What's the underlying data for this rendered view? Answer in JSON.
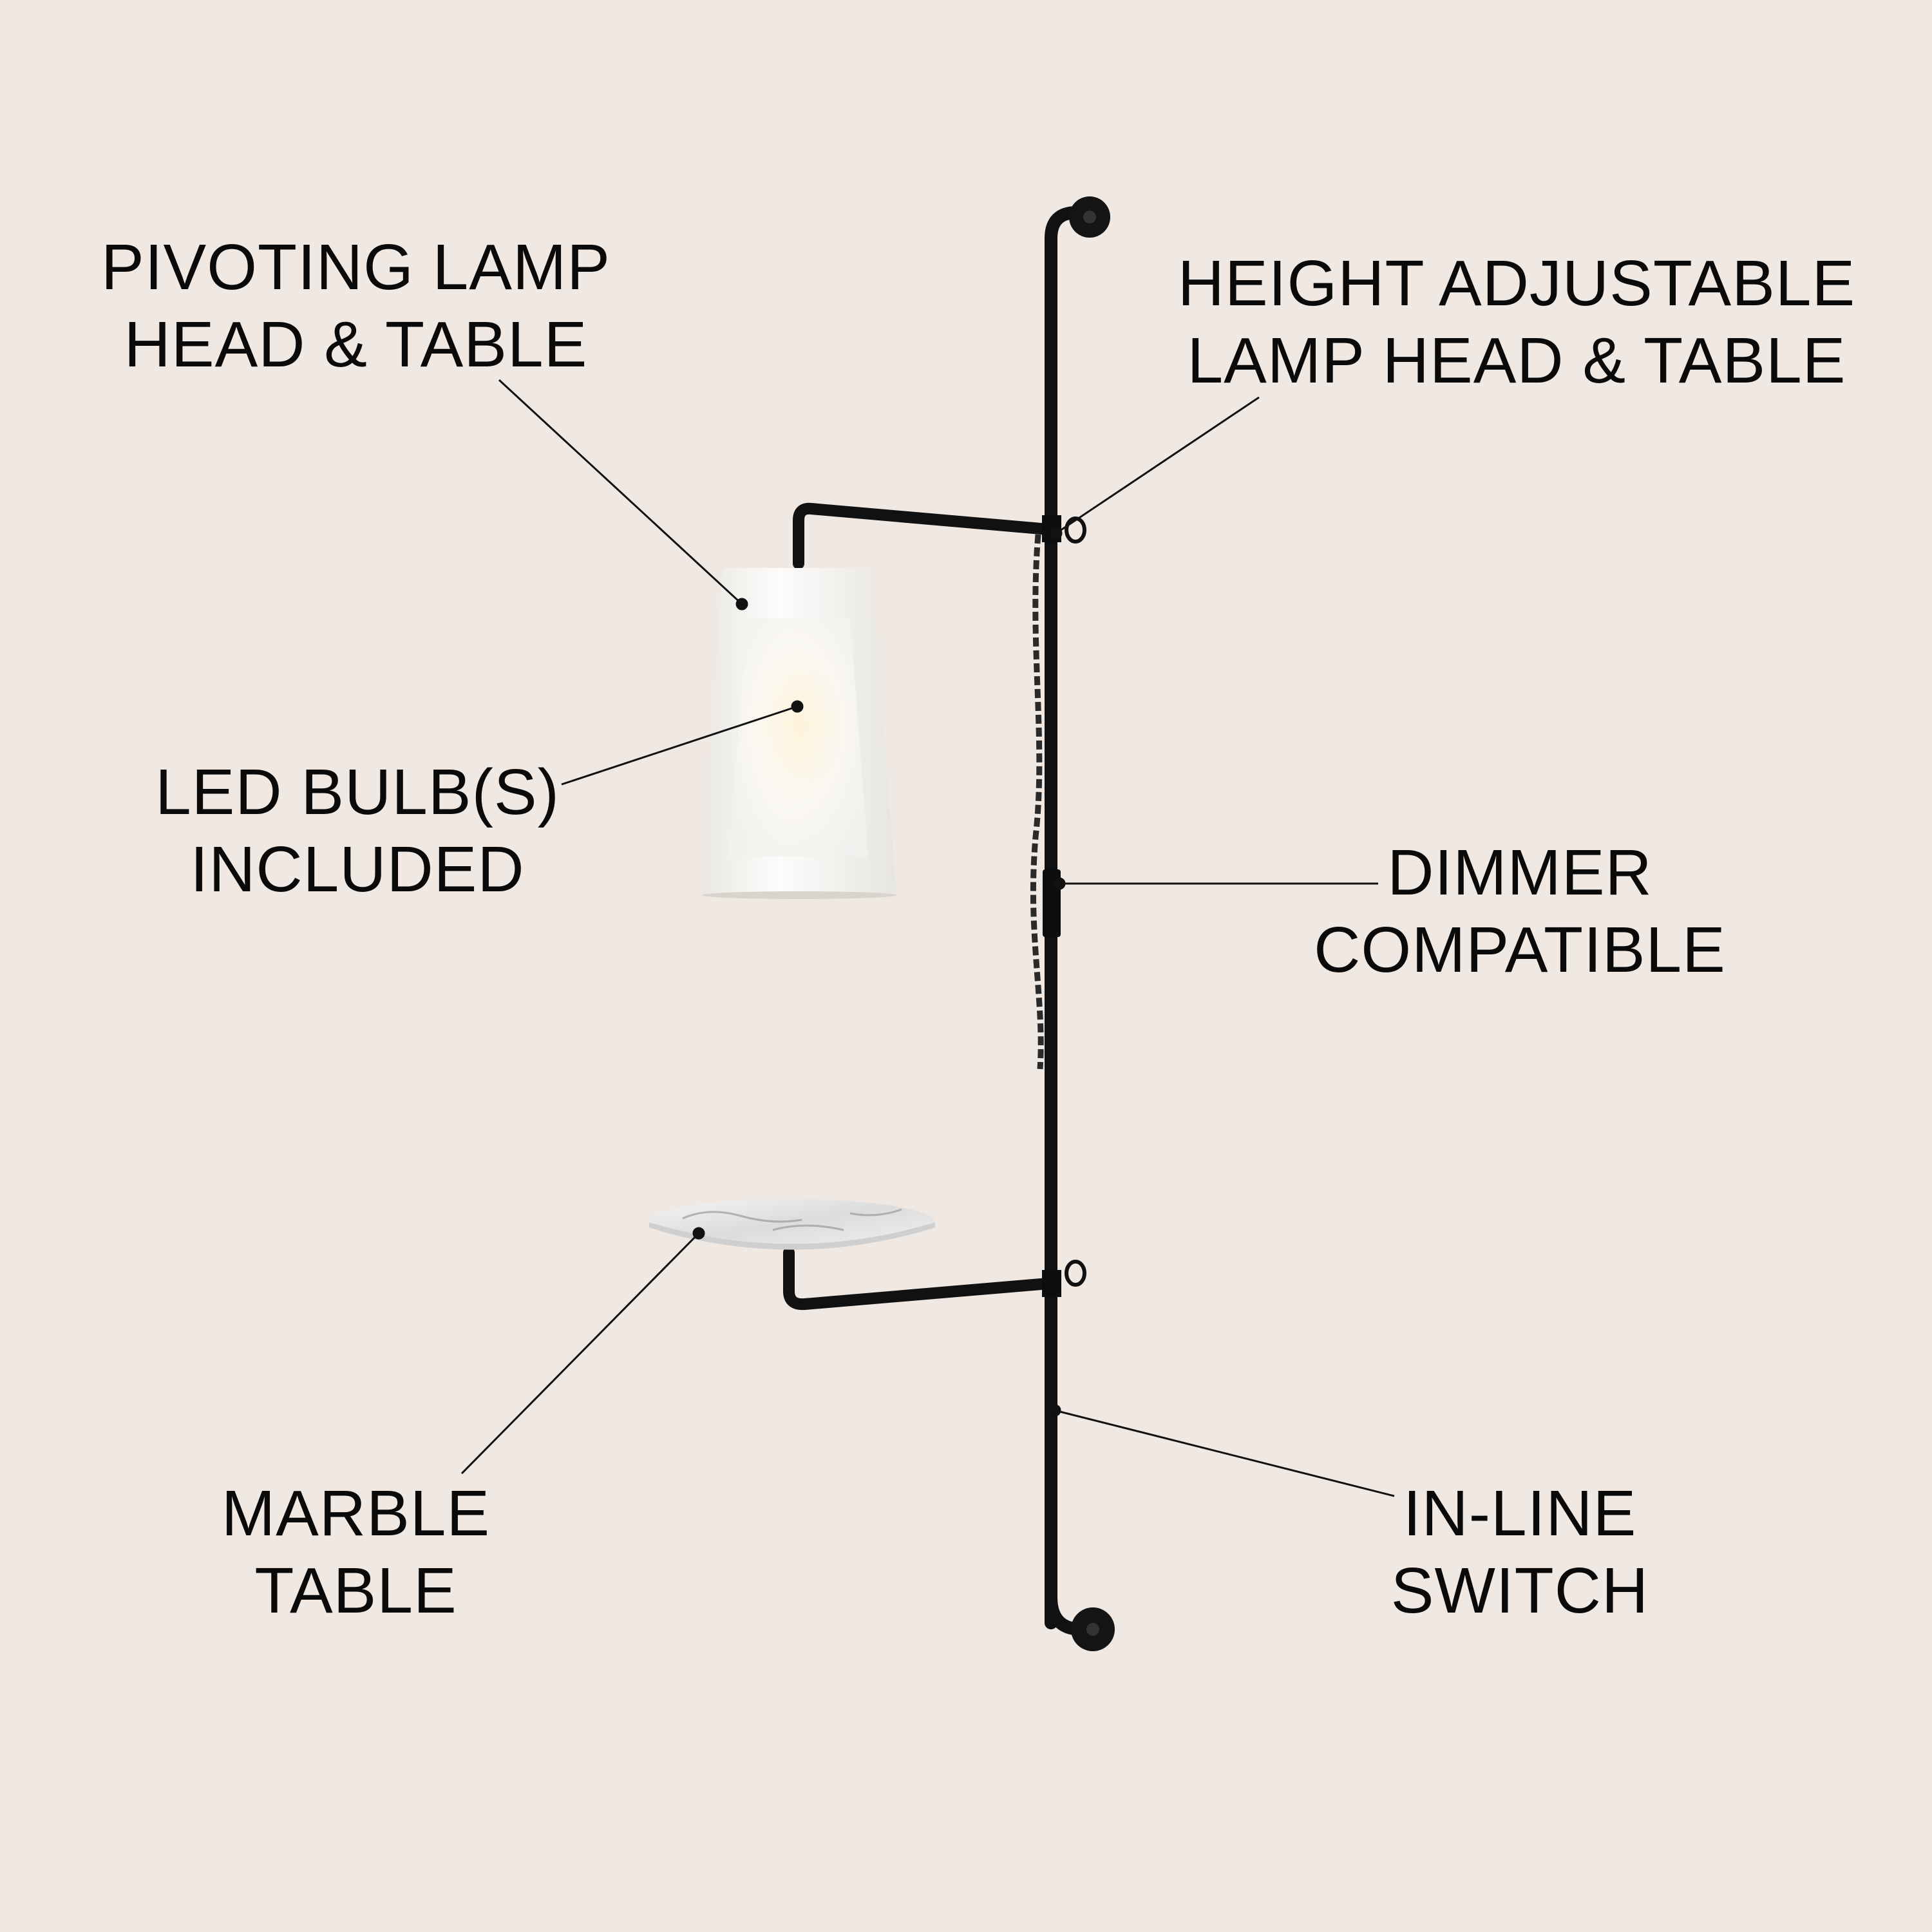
{
  "colors": {
    "background": "#f0e8e3",
    "metal": "#111111",
    "shade": "#fbfbf9",
    "text": "#0a0a0a"
  },
  "callouts": {
    "pivoting": {
      "line1": "PIVOTING LAMP",
      "line2": "HEAD & TABLE"
    },
    "height": {
      "line1": "HEIGHT ADJUSTABLE",
      "line2": "LAMP HEAD & TABLE"
    },
    "led": {
      "line1": "LED BULB(S)",
      "line2": "INCLUDED"
    },
    "dimmer": {
      "line1": "DIMMER",
      "line2": "COMPATIBLE"
    },
    "marble": {
      "line1": "MARBLE",
      "line2": "TABLE"
    },
    "switch": {
      "line1": "IN-LINE",
      "line2": "SWITCH"
    }
  }
}
